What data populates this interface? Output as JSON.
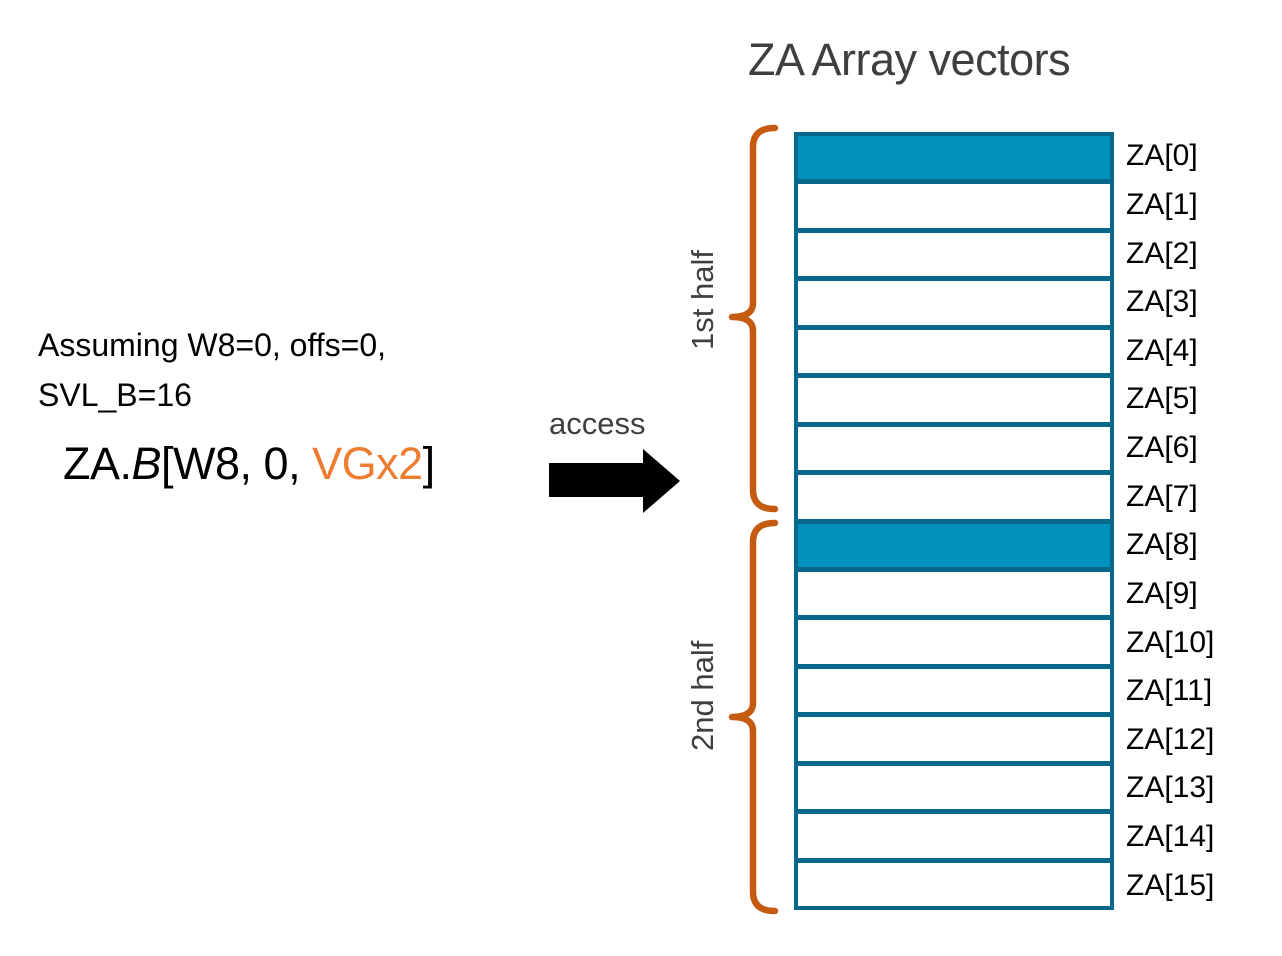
{
  "title": "ZA Array vectors",
  "note": {
    "line1": "Assuming W8=0, offs=0,",
    "line2": "SVL_B=16"
  },
  "formula": {
    "prefix": "ZA.",
    "tile_letter": "B",
    "middle": "[W8, 0, ",
    "vg": "VGx2",
    "suffix": "]"
  },
  "access_label": "access",
  "brackets": {
    "first": "1st half",
    "second": "2nd half"
  },
  "array": {
    "rows": [
      {
        "label": "ZA[0]",
        "filled": true
      },
      {
        "label": "ZA[1]",
        "filled": false
      },
      {
        "label": "ZA[2]",
        "filled": false
      },
      {
        "label": "ZA[3]",
        "filled": false
      },
      {
        "label": "ZA[4]",
        "filled": false
      },
      {
        "label": "ZA[5]",
        "filled": false
      },
      {
        "label": "ZA[6]",
        "filled": false
      },
      {
        "label": "ZA[7]",
        "filled": false
      },
      {
        "label": "ZA[8]",
        "filled": true
      },
      {
        "label": "ZA[9]",
        "filled": false
      },
      {
        "label": "ZA[10]",
        "filled": false
      },
      {
        "label": "ZA[11]",
        "filled": false
      },
      {
        "label": "ZA[12]",
        "filled": false
      },
      {
        "label": "ZA[13]",
        "filled": false
      },
      {
        "label": "ZA[14]",
        "filled": false
      },
      {
        "label": "ZA[15]",
        "filled": false
      }
    ]
  },
  "colors": {
    "row_fill": "#0091BC",
    "row_border": "#07688C",
    "brace": "#C55A11",
    "vg_highlight": "#ED7D31",
    "muted_text": "#3F3F3F",
    "arrow": "#000000"
  }
}
